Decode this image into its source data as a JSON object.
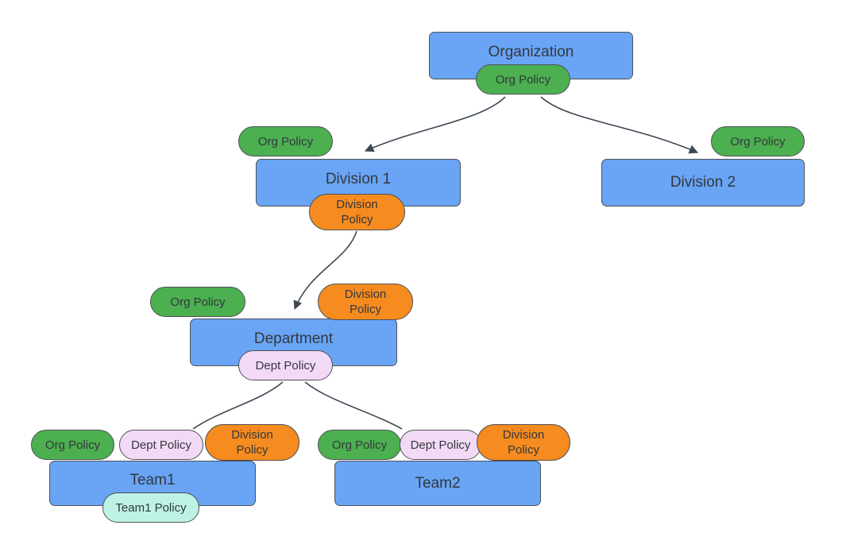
{
  "diagram": {
    "nodes": {
      "organization": {
        "label": "Organization"
      },
      "division1": {
        "label": "Division 1"
      },
      "division2": {
        "label": "Division 2"
      },
      "department": {
        "label": "Department"
      },
      "team1": {
        "label": "Team1"
      },
      "team2": {
        "label": "Team2"
      }
    },
    "policies": {
      "org": {
        "label": "Org Policy"
      },
      "division": {
        "label": "Division Policy"
      },
      "dept": {
        "label": "Dept Policy"
      },
      "team1": {
        "label": "Team1 Policy"
      }
    },
    "edges": [
      {
        "from": "organization",
        "to": "division1",
        "arrowhead": true
      },
      {
        "from": "organization",
        "to": "division2",
        "arrowhead": true
      },
      {
        "from": "division1",
        "to": "department",
        "arrowhead": true
      },
      {
        "from": "department",
        "to": "team1",
        "arrowhead": false
      },
      {
        "from": "department",
        "to": "team2",
        "arrowhead": false
      }
    ],
    "colors": {
      "background": "#ffffff",
      "node_fill": "#69a4f5",
      "org_policy_fill": "#4caf50",
      "division_policy_fill": "#f68b1f",
      "dept_policy_fill": "#f2daf7",
      "team_policy_fill": "#bdf2e5",
      "border": "#4e5256",
      "edge": "#3c4754",
      "text": "#33383d"
    }
  }
}
